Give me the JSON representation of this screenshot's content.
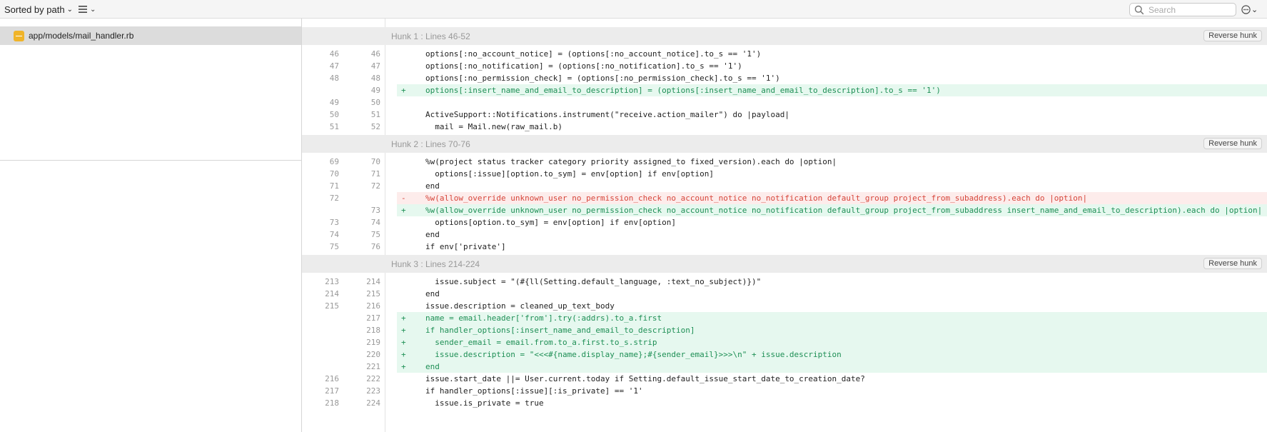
{
  "toolbar": {
    "sort_label": "Sorted by path",
    "view_icon": "list-icon",
    "search_placeholder": "Search",
    "search_value": "",
    "more_icon": "more-icon"
  },
  "sidebar": {
    "files": [
      {
        "name": "app/models/mail_handler.rb",
        "status_color": "#f0b429"
      }
    ]
  },
  "colors": {
    "added_bg": "#e6f8ef",
    "added_text": "#1e8f55",
    "removed_bg": "#fdeceb",
    "removed_text": "#d6453a"
  },
  "hunks": [
    {
      "title": "Hunk 1 : Lines 46-52",
      "reverse_label": "Reverse hunk",
      "lines": [
        {
          "old": "46",
          "new": "46",
          "type": "ctx",
          "sign": "",
          "text": "options[:no_account_notice] = (options[:no_account_notice].to_s == '1')"
        },
        {
          "old": "47",
          "new": "47",
          "type": "ctx",
          "sign": "",
          "text": "options[:no_notification] = (options[:no_notification].to_s == '1')"
        },
        {
          "old": "48",
          "new": "48",
          "type": "ctx",
          "sign": "",
          "text": "options[:no_permission_check] = (options[:no_permission_check].to_s == '1')"
        },
        {
          "old": "",
          "new": "49",
          "type": "add",
          "sign": "+",
          "text": "options[:insert_name_and_email_to_description] = (options[:insert_name_and_email_to_description].to_s == '1')"
        },
        {
          "old": "49",
          "new": "50",
          "type": "ctx",
          "sign": "",
          "text": ""
        },
        {
          "old": "50",
          "new": "51",
          "type": "ctx",
          "sign": "",
          "text": "ActiveSupport::Notifications.instrument(\"receive.action_mailer\") do |payload|"
        },
        {
          "old": "51",
          "new": "52",
          "type": "ctx",
          "sign": "",
          "text": "  mail = Mail.new(raw_mail.b)"
        }
      ]
    },
    {
      "title": "Hunk 2 : Lines 70-76",
      "reverse_label": "Reverse hunk",
      "lines": [
        {
          "old": "69",
          "new": "70",
          "type": "ctx",
          "sign": "",
          "text": "%w(project status tracker category priority assigned_to fixed_version).each do |option|"
        },
        {
          "old": "70",
          "new": "71",
          "type": "ctx",
          "sign": "",
          "text": "  options[:issue][option.to_sym] = env[option] if env[option]"
        },
        {
          "old": "71",
          "new": "72",
          "type": "ctx",
          "sign": "",
          "text": "end"
        },
        {
          "old": "72",
          "new": "",
          "type": "del",
          "sign": "-",
          "text": "%w(allow_override unknown_user no_permission_check no_account_notice no_notification default_group project_from_subaddress).each do |option|"
        },
        {
          "old": "",
          "new": "73",
          "type": "add",
          "sign": "+",
          "text": "%w(allow_override unknown_user no_permission_check no_account_notice no_notification default_group project_from_subaddress insert_name_and_email_to_description).each do |option|"
        },
        {
          "old": "73",
          "new": "74",
          "type": "ctx",
          "sign": "",
          "text": "  options[option.to_sym] = env[option] if env[option]"
        },
        {
          "old": "74",
          "new": "75",
          "type": "ctx",
          "sign": "",
          "text": "end"
        },
        {
          "old": "75",
          "new": "76",
          "type": "ctx",
          "sign": "",
          "text": "if env['private']"
        }
      ]
    },
    {
      "title": "Hunk 3 : Lines 214-224",
      "reverse_label": "Reverse hunk",
      "lines": [
        {
          "old": "213",
          "new": "214",
          "type": "ctx",
          "sign": "",
          "text": "  issue.subject = \"(#{ll(Setting.default_language, :text_no_subject)})\""
        },
        {
          "old": "214",
          "new": "215",
          "type": "ctx",
          "sign": "",
          "text": "end"
        },
        {
          "old": "215",
          "new": "216",
          "type": "ctx",
          "sign": "",
          "text": "issue.description = cleaned_up_text_body"
        },
        {
          "old": "",
          "new": "217",
          "type": "add",
          "sign": "+",
          "text": "name = email.header['from'].try(:addrs).to_a.first"
        },
        {
          "old": "",
          "new": "218",
          "type": "add",
          "sign": "+",
          "text": "if handler_options[:insert_name_and_email_to_description]"
        },
        {
          "old": "",
          "new": "219",
          "type": "add",
          "sign": "+",
          "text": "  sender_email = email.from.to_a.first.to_s.strip"
        },
        {
          "old": "",
          "new": "220",
          "type": "add",
          "sign": "+",
          "text": "  issue.description = \"<<<#{name.display_name};#{sender_email}>>>\\n\" + issue.description"
        },
        {
          "old": "",
          "new": "221",
          "type": "add",
          "sign": "+",
          "text": "end"
        },
        {
          "old": "216",
          "new": "222",
          "type": "ctx",
          "sign": "",
          "text": "issue.start_date ||= User.current.today if Setting.default_issue_start_date_to_creation_date?"
        },
        {
          "old": "217",
          "new": "223",
          "type": "ctx",
          "sign": "",
          "text": "if handler_options[:issue][:is_private] == '1'"
        },
        {
          "old": "218",
          "new": "224",
          "type": "ctx",
          "sign": "",
          "text": "  issue.is_private = true"
        }
      ]
    }
  ]
}
